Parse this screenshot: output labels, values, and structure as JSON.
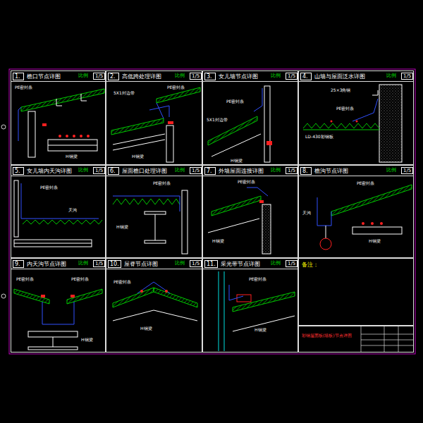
{
  "diagram": {
    "nodes": [
      {
        "text": [
          "1.",
          "檐口节点详图"
        ]
      },
      {
        "text": [
          "2.",
          "高低跨处理详图"
        ]
      },
      {
        "text": [
          "3.",
          "女儿墙节点详图"
        ]
      },
      {
        "text": [
          "4.",
          "山墙与屋面泛水详图"
        ]
      },
      {
        "text": [
          "5.",
          "女儿墙内天沟详图"
        ]
      },
      {
        "text": [
          "6.",
          "屋面檐口处理详图"
        ]
      },
      {
        "text": [
          "7.",
          "外墙屋面连接详图"
        ]
      },
      {
        "text": [
          "8.",
          "檐沟节点详图"
        ]
      },
      {
        "text": [
          "9.",
          "内天沟节点详图"
        ]
      },
      {
        "text": [
          "10.",
          "屋脊节点详图"
        ]
      },
      {
        "text": [
          "11.",
          "采光带节点详图"
        ]
      },
      {
        "text": [
          "备注："
        ]
      },
      {
        "text": [
          "彩钢屋面板(墙板)节点详图"
        ]
      }
    ],
    "labels": [
      "比例",
      "1/5",
      "比例",
      "1/5",
      "比例",
      "1/5",
      "比例",
      "1/5",
      "比例",
      "1/5",
      "比例",
      "1/5",
      "比例",
      "1/5",
      "比例",
      "1/5",
      "比例",
      "1/5",
      "比例",
      "1/5",
      "比例",
      "1/5",
      "PE密封条",
      "H钢梁",
      "5X1封边带",
      "PE密封条",
      "H钢梁",
      "PE密封条",
      "5X1封边带",
      "H钢梁",
      "25×3角钢",
      "LD-430彩钢板",
      "PE密封条",
      "PE密封条",
      "天沟",
      "PE密封条",
      "H钢梁",
      "PE密封条",
      "H钢梁",
      "PE密封条",
      "天沟",
      "H钢梁",
      "PE密封条",
      "PE密封条",
      "H钢梁",
      "PE密封条",
      "H钢梁",
      "PE密封条",
      "H钢梁"
    ]
  }
}
